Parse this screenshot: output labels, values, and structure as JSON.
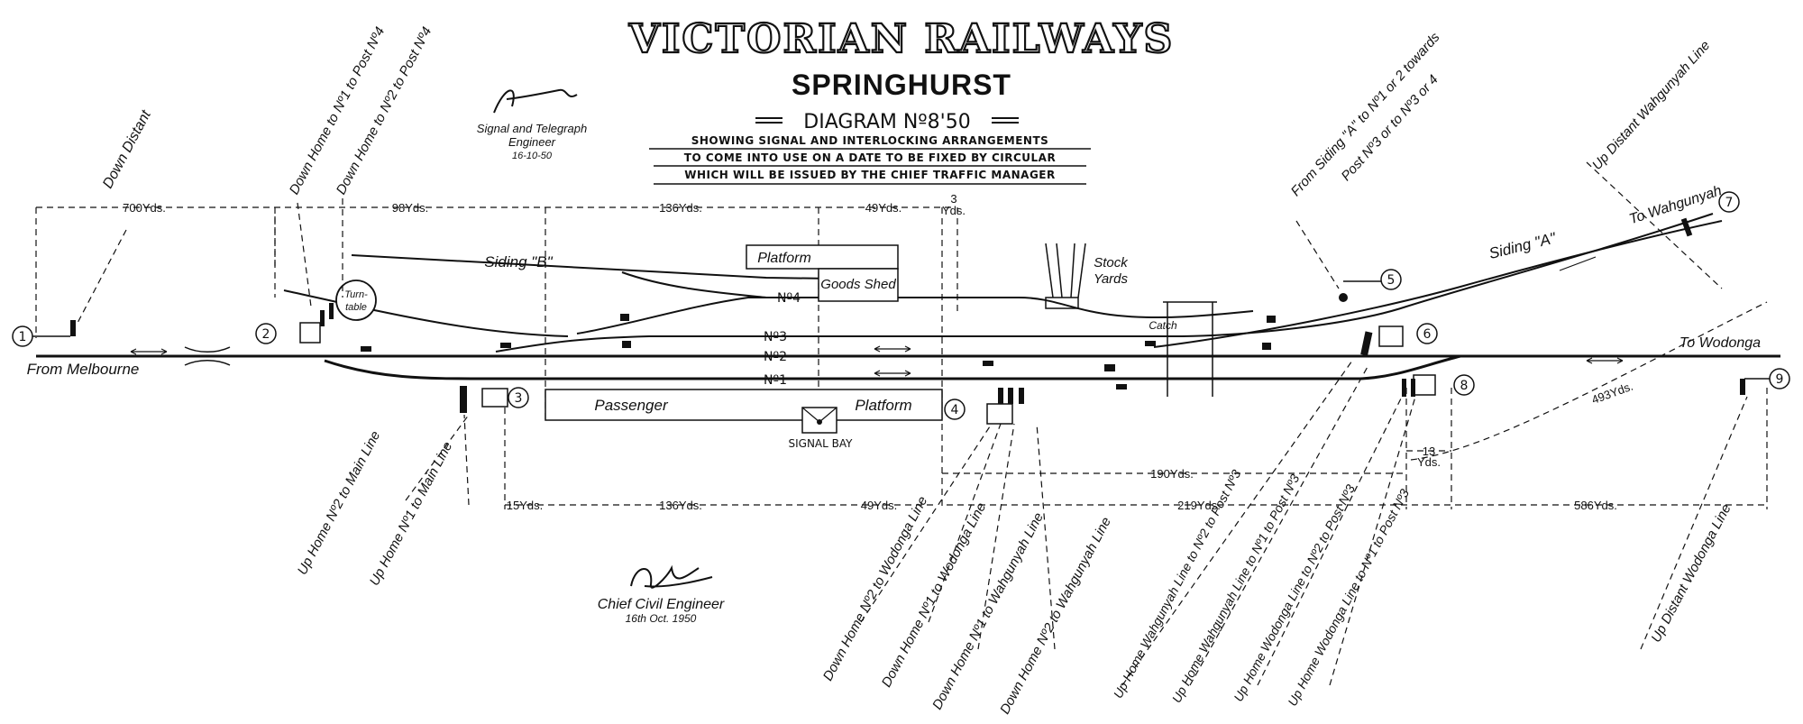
{
  "header": {
    "title": "VICTORIAN RAILWAYS",
    "station": "SPRINGHURST",
    "diagram": "DIAGRAM Nº8'50",
    "subtitle_lines": [
      "SHOWING SIGNAL AND INTERLOCKING ARRANGEMENTS",
      "TO COME INTO USE ON A DATE TO BE FIXED BY CIRCULAR",
      "WHICH WILL BE ISSUED BY THE CHIEF TRAFFIC MANAGER"
    ]
  },
  "signatures": {
    "telegraph": {
      "name": "Signal and Telegraph",
      "role": "Engineer",
      "date": "16-10-50"
    },
    "civil": {
      "role": "Chief Civil Engineer",
      "date": "16th Oct. 1950"
    }
  },
  "places": {
    "from_melbourne": "From Melbourne",
    "to_wodonga": "To Wodonga",
    "to_wahgunyah": "To Wahgunyah",
    "turntable": [
      "Turn-",
      "table"
    ],
    "stock_yards": [
      "Stock",
      "Yards"
    ],
    "goods_shed": "Goods Shed",
    "platform_goods": "Platform",
    "passenger": "Passenger",
    "platform_main": "Platform",
    "signal_bay": "SIGNAL BAY",
    "siding_a": "Siding \"A\"",
    "siding_b": "Siding \"B\"",
    "catch": "Catch"
  },
  "roads": {
    "no1": "Nº1",
    "no2": "Nº2",
    "no3": "Nº3",
    "no4": "Nº4"
  },
  "distances_top": [
    "700Yds.",
    "98Yds.",
    "136Yds.",
    "49Yds.",
    "3",
    "Yds."
  ],
  "distances_bottom": [
    "15Yds.",
    "136Yds.",
    "49Yds.",
    "219Yds.",
    "586Yds.",
    "190Yds.",
    "493Yds.",
    "13",
    "Yds."
  ],
  "signal_posts": [
    "1",
    "2",
    "3",
    "4",
    "5",
    "6",
    "8",
    "9"
  ],
  "signal_labels": {
    "down_distant": "Down Distant",
    "down_home_1_post4": "Down Home to Nº1 to Post Nº4",
    "down_home_2_post4": "Down Home to Nº2 to Post Nº4",
    "from_siding_a": [
      "From Siding \"A\" to Nº1 or 2 towards",
      "Post Nº3 or to Nº3 or 4"
    ],
    "up_distant_wahgunyah": "Up Distant Wahgunyah Line",
    "up_home_2_main": "Up Home Nº2 to Main Line",
    "up_home_1_main": "Up Home Nº1 to Main Line",
    "down_home_2_wodonga": "Down Home Nº2 to Wodonga Line",
    "down_home_1_wodonga": "Down Home Nº1 to Wodonga Line",
    "down_home_1_wahgunyah": "Down Home Nº1 to Wahgunyah Line",
    "down_home_2_wahgunyah": "Down Home Nº2 to Wahgunyah Line",
    "up_home_wah_2": "Up Home Wahgunyah Line to Nº2 to Post Nº3",
    "up_home_wah_1": "Up Home Wahgunyah Line to Nº1 to Post Nº3",
    "up_home_wod_2": "Up Home Wodonga Line to Nº2 to Post Nº3",
    "up_home_wod_1": "Up Home Wodonga Line to Nº1 to Post Nº3",
    "up_distant_wodonga": "Up Distant Wodonga Line"
  }
}
